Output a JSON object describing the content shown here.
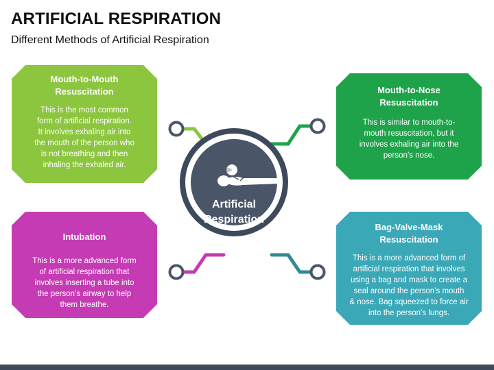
{
  "header": {
    "title": "ARTIFICIAL RESPIRATION",
    "subtitle": "Different Methods of Artificial Respiration"
  },
  "center": {
    "label_line1": "Artificial",
    "label_line2": "Respiration",
    "icon": "person-lying-icon"
  },
  "methods": [
    {
      "title_line1": "Mouth-to-Mouth",
      "title_line2": "Resuscitation",
      "body": [
        "This is the most common",
        "form of artificial respiration.",
        "It involves exhaling air into",
        "the mouth of the person who",
        "is not breathing and then",
        "inhaling the exhaled air."
      ],
      "color": "#8cc63f"
    },
    {
      "title_line1": "Mouth-to-Nose",
      "title_line2": "Resuscitation",
      "body": [
        "This is similar to mouth-to-",
        "mouth resuscitation, but it",
        "involves exhaling air into the",
        "person’s nose."
      ],
      "color": "#1fa34a"
    },
    {
      "title_line1": "Intubation",
      "title_line2": "",
      "body": [
        "This is a more advanced form",
        "of artificial respiration that",
        "involves inserting a tube into",
        "the person’s airway to help",
        "them breathe."
      ],
      "color": "#c53bb3"
    },
    {
      "title_line1": "Bag-Valve-Mask",
      "title_line2": "Resuscitation",
      "body": [
        "This is a more advanced form of",
        "artificial respiration that involves",
        "using a bag and mask to create a",
        "seal around the person’s mouth",
        "& nose. Bag squeezed to force air",
        "into the person’s lungs."
      ],
      "color": "#3aa8b7"
    }
  ],
  "colors": {
    "center_ring": "#3e4a5c",
    "center_fill": "#4a5668",
    "connector_ring": "#4a5668"
  }
}
